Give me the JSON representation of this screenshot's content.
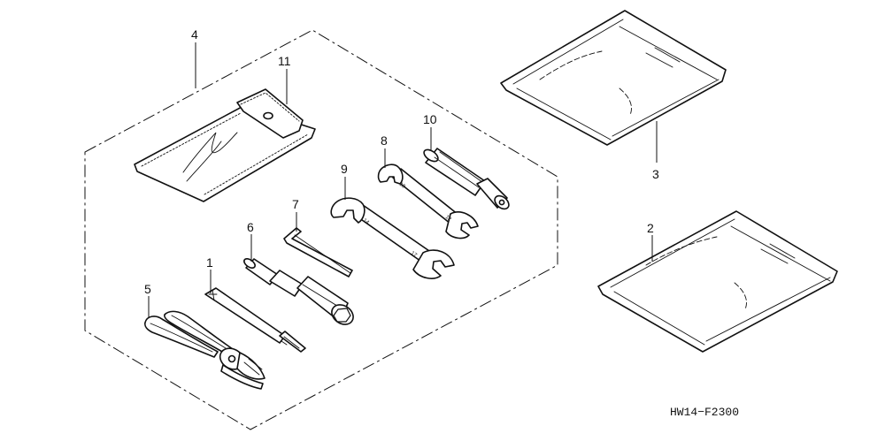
{
  "diagram": {
    "callouts": [
      {
        "id": "c1",
        "label": "1"
      },
      {
        "id": "c2",
        "label": "2"
      },
      {
        "id": "c3",
        "label": "3"
      },
      {
        "id": "c4",
        "label": "4"
      },
      {
        "id": "c5",
        "label": "5"
      },
      {
        "id": "c6",
        "label": "6"
      },
      {
        "id": "c7",
        "label": "7"
      },
      {
        "id": "c8",
        "label": "8"
      },
      {
        "id": "c9",
        "label": "9"
      },
      {
        "id": "c10",
        "label": "10"
      },
      {
        "id": "c11",
        "label": "11"
      }
    ],
    "wrench_marks": {
      "wrench_8_small": "10",
      "wrench_8_large": "12",
      "wrench_9_small": "14",
      "wrench_9_large": "17"
    },
    "drawing_code": "HW14−F2300"
  }
}
